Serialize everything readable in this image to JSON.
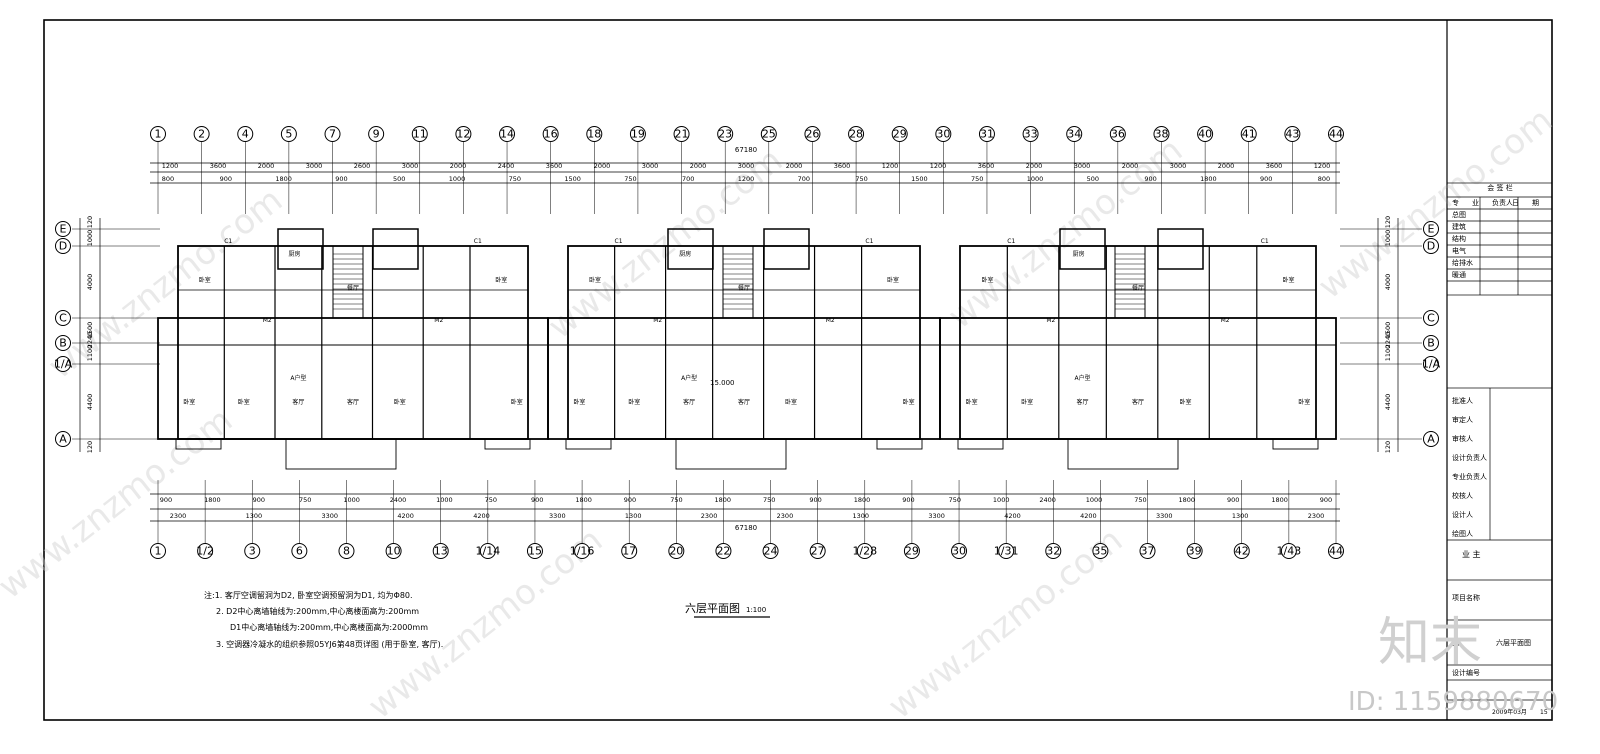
{
  "plan": {
    "title": "六层平面图",
    "scale": "1:100",
    "total_dim": "67180",
    "elevation": "15.000"
  },
  "grid_top": [
    "1",
    "2",
    "4",
    "5",
    "7",
    "9",
    "11",
    "12",
    "14",
    "16",
    "18",
    "19",
    "21",
    "23",
    "25",
    "26",
    "28",
    "29",
    "30",
    "31",
    "33",
    "34",
    "36",
    "38",
    "40",
    "41",
    "43",
    "44"
  ],
  "grid_bottom": [
    "1",
    "1/2",
    "3",
    "6",
    "8",
    "10",
    "13",
    "1/14",
    "15",
    "1/16",
    "17",
    "20",
    "22",
    "24",
    "27",
    "1/28",
    "29",
    "30",
    "1/31",
    "32",
    "35",
    "37",
    "39",
    "42",
    "1/43",
    "44"
  ],
  "grid_rows": [
    "E",
    "D",
    "C",
    "B",
    "1/A",
    "A"
  ],
  "dims": {
    "top_row1": [
      "1200",
      "3600",
      "2000",
      "3000",
      "2600",
      "3000",
      "2000",
      "2400",
      "3600",
      "2000",
      "3000",
      "2000",
      "3000",
      "2000",
      "3600",
      "1200",
      "1200",
      "3600",
      "2000",
      "3000",
      "2000",
      "3000",
      "2000",
      "3600",
      "1200"
    ],
    "top_row2": [
      "800",
      "900",
      "1800",
      "900",
      "500",
      "1000",
      "750",
      "1500",
      "750",
      "700",
      "1200",
      "700",
      "750",
      "1500",
      "750",
      "1000",
      "500",
      "900",
      "1800",
      "900",
      "800"
    ],
    "bottom_row1": [
      "900",
      "1800",
      "900",
      "750",
      "1000",
      "2400",
      "1000",
      "750",
      "900",
      "1800",
      "900",
      "750",
      "1800",
      "750",
      "900",
      "1800",
      "900",
      "750",
      "1000",
      "2400",
      "1000",
      "750",
      "1800",
      "900",
      "1800",
      "900"
    ],
    "bottom_row2": [
      "2300",
      "1300",
      "3300",
      "4200",
      "4200",
      "3300",
      "1300",
      "2300",
      "2300",
      "1300",
      "3300",
      "4200",
      "4200",
      "3300",
      "1300",
      "2300"
    ],
    "side": [
      "120",
      "1000",
      "4000",
      "1500",
      "1100",
      "4400",
      "120",
      "2240"
    ]
  },
  "rooms": {
    "bedroom": "卧室",
    "living": "客厅",
    "dining": "餐厅",
    "kitchen": "厨房",
    "unit_tag": "A户型",
    "door": "M2",
    "window": "C1"
  },
  "notes": {
    "n1": "注:1. 客厅空调留洞为D2, 卧室空调预留洞为D1, 均为Φ80.",
    "n2": "2. D2中心离墙轴线为:200mm,中心离楼面高为:200mm",
    "n3": "D1中心离墙轴线为:200mm,中心离楼面高为:2000mm",
    "n4": "3. 空调器冷凝水的组织参照05YJ6第48页详图 (用于卧室, 客厅)."
  },
  "title_block": {
    "header": "会 签 栏",
    "cols": [
      "专",
      "业",
      "负责人",
      "日",
      "期"
    ],
    "disciplines": [
      "总图",
      "建筑",
      "结构",
      "电气",
      "给排水",
      "暖通"
    ],
    "roles": [
      "批准人",
      "审定人",
      "审核人",
      "设计负责人",
      "专业负责人",
      "校核人",
      "设计人",
      "绘图人"
    ],
    "owner": "业 主",
    "project": "项目名称",
    "drawing_label": "图",
    "drawing_name": "六层平面图",
    "design_no": "设计编号",
    "date": "2009年03月",
    "sheet": "15"
  },
  "watermark": {
    "brand": "知末",
    "id": "ID: 1159880670",
    "site": "www.znzmo.com"
  }
}
